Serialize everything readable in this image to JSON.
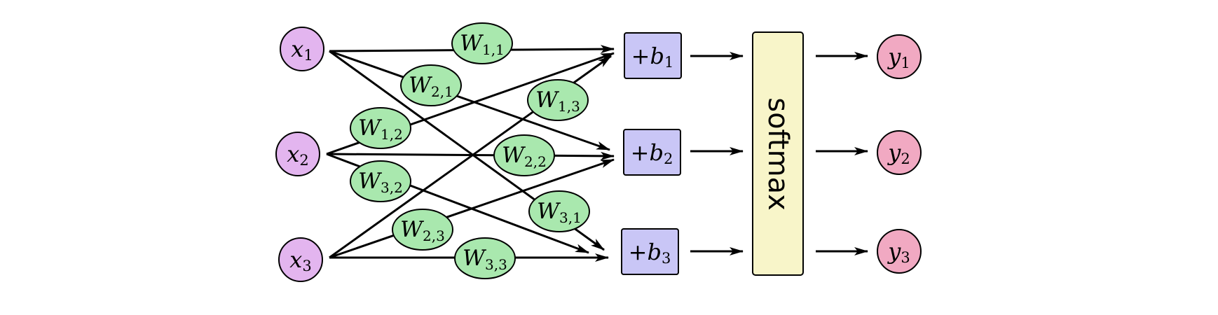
{
  "colors": {
    "input_fill": "#e3b5ef",
    "weight_fill": "#a9e8ae",
    "bias_fill": "#c9c6f6",
    "softmax_fill": "#f8f5c9",
    "output_fill": "#f1a9c2",
    "stroke": "#000000"
  },
  "inputs": [
    {
      "base": "x",
      "sub": "1"
    },
    {
      "base": "x",
      "sub": "2"
    },
    {
      "base": "x",
      "sub": "3"
    }
  ],
  "weights": {
    "w11": {
      "base": "W",
      "sub": "1,1"
    },
    "w21": {
      "base": "W",
      "sub": "2,1"
    },
    "w13": {
      "base": "W",
      "sub": "1,3"
    },
    "w12": {
      "base": "W",
      "sub": "1,2"
    },
    "w22": {
      "base": "W",
      "sub": "2,2"
    },
    "w32": {
      "base": "W",
      "sub": "3,2"
    },
    "w31": {
      "base": "W",
      "sub": "3,1"
    },
    "w23": {
      "base": "W",
      "sub": "2,3"
    },
    "w33": {
      "base": "W",
      "sub": "3,3"
    }
  },
  "biases": [
    {
      "prefix": "+",
      "base": "b",
      "sub": "1"
    },
    {
      "prefix": "+",
      "base": "b",
      "sub": "2"
    },
    {
      "prefix": "+",
      "base": "b",
      "sub": "3"
    }
  ],
  "softmax": {
    "label": "softmax"
  },
  "outputs": [
    {
      "base": "y",
      "sub": "1"
    },
    {
      "base": "y",
      "sub": "2"
    },
    {
      "base": "y",
      "sub": "3"
    }
  ]
}
